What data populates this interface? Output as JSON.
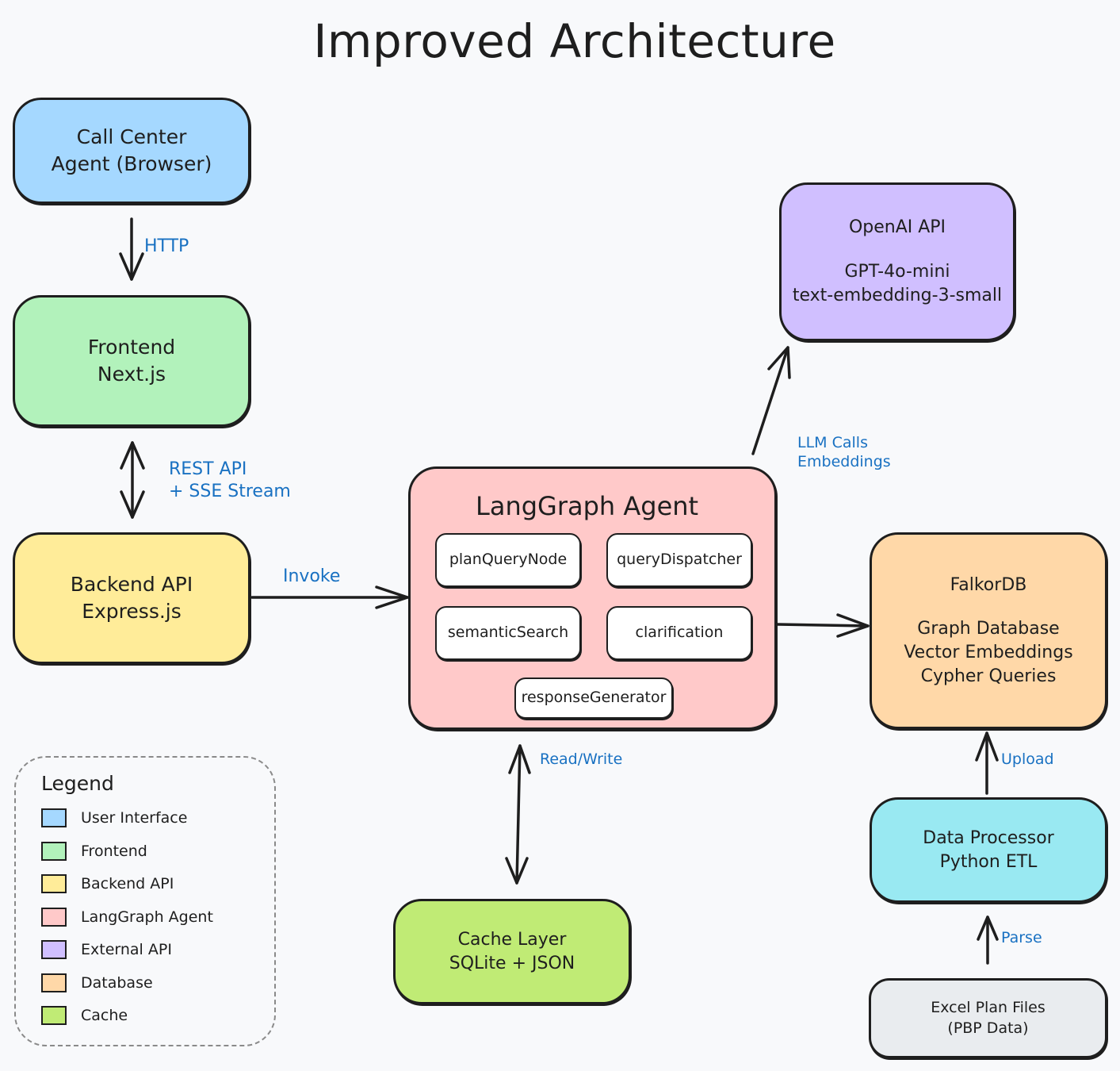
{
  "title": "Improved Architecture",
  "colors": {
    "user_interface": "#a5d8ff",
    "frontend": "#b2f2bb",
    "backend": "#ffec99",
    "agent": "#ffc9c9",
    "external_api": "#d0bfff",
    "database": "#ffd8a8",
    "cache": "#c0eb75",
    "processor": "#99e9f2",
    "source": "#e9ecef",
    "edge_label": "#1971c2"
  },
  "boxes": {
    "call_center": {
      "lines": [
        "Call Center",
        "Agent (Browser)"
      ]
    },
    "frontend": {
      "lines": [
        "Frontend",
        "Next.js"
      ]
    },
    "backend": {
      "lines": [
        "Backend API",
        "Express.js"
      ]
    },
    "openai": {
      "lines": [
        "OpenAI API",
        "",
        "GPT-4o-mini",
        "text-embedding-3-small"
      ]
    },
    "falkordb": {
      "lines": [
        "FalkorDB",
        "",
        "Graph Database",
        "Vector Embeddings",
        "Cypher Queries"
      ]
    },
    "cache": {
      "lines": [
        "Cache Layer",
        "SQLite + JSON"
      ]
    },
    "processor": {
      "lines": [
        "Data Processor",
        "Python ETL"
      ]
    },
    "excel": {
      "lines": [
        "Excel Plan Files",
        "(PBP Data)"
      ]
    }
  },
  "agent": {
    "title": "LangGraph Agent",
    "nodes": [
      "planQueryNode",
      "queryDispatcher",
      "semanticSearch",
      "clarification",
      "responseGenerator"
    ]
  },
  "edge_labels": {
    "http": "HTTP",
    "rest": [
      "REST API",
      "+ SSE Stream"
    ],
    "invoke": "Invoke",
    "llm": [
      "LLM Calls",
      "Embeddings"
    ],
    "read_write": "Read/Write",
    "upload": "Upload",
    "parse": "Parse"
  },
  "legend": {
    "title": "Legend",
    "items": [
      {
        "label": "User Interface",
        "color": "#a5d8ff"
      },
      {
        "label": "Frontend",
        "color": "#b2f2bb"
      },
      {
        "label": "Backend API",
        "color": "#ffec99"
      },
      {
        "label": "LangGraph Agent",
        "color": "#ffc9c9"
      },
      {
        "label": "External API",
        "color": "#d0bfff"
      },
      {
        "label": "Database",
        "color": "#ffd8a8"
      },
      {
        "label": "Cache",
        "color": "#c0eb75"
      }
    ]
  }
}
